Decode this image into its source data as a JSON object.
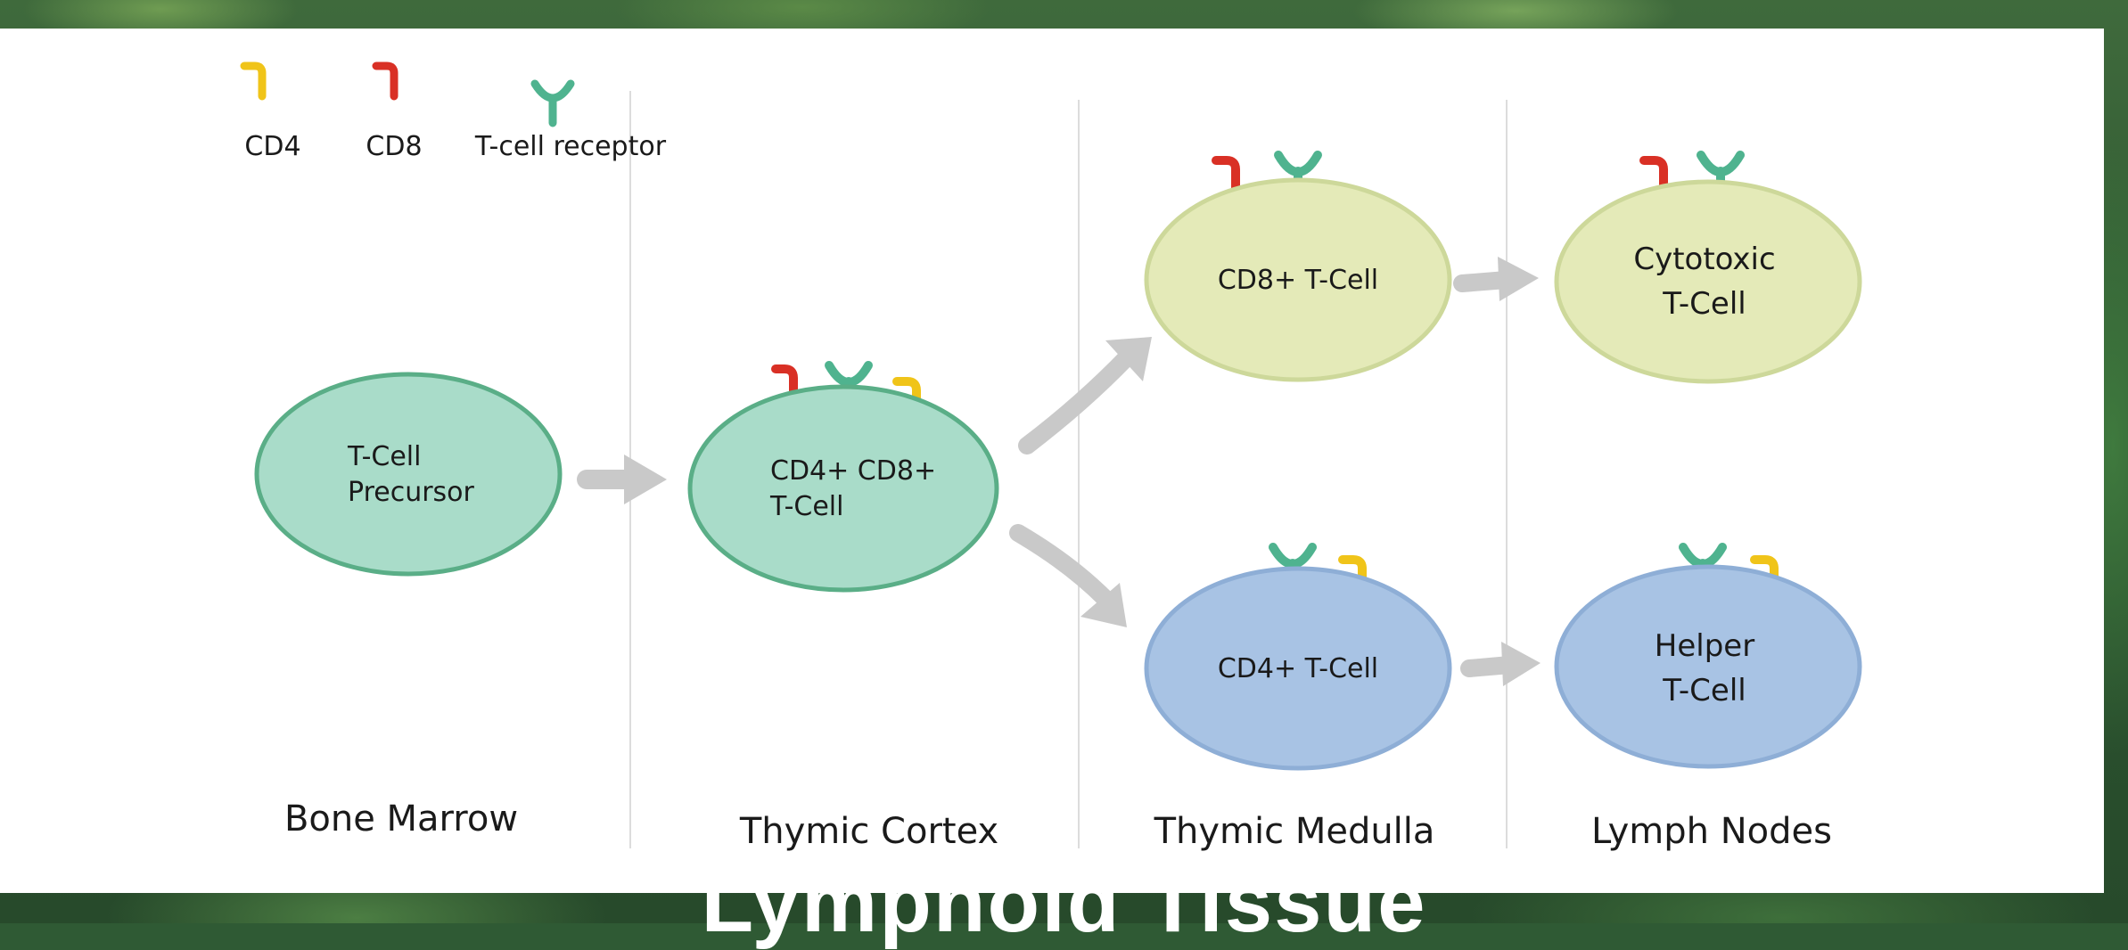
{
  "legend": {
    "cd4": "CD4",
    "cd8": "CD8",
    "tcr": "T-cell receptor"
  },
  "cells": {
    "precursor": [
      "T-Cell",
      "Precursor"
    ],
    "double_positive": [
      "CD4+ CD8+",
      "T-Cell"
    ],
    "cd8_tcell": [
      "CD8+ T-Cell"
    ],
    "cd4_tcell": [
      "CD4+ T-Cell"
    ],
    "cytotoxic": [
      "Cytotoxic",
      "T-Cell"
    ],
    "helper": [
      "Helper",
      "T-Cell"
    ]
  },
  "stages": {
    "bone_marrow": "Bone Marrow",
    "thymic_cortex": "Thymic Cortex",
    "thymic_medulla": "Thymic Medulla",
    "lymph_nodes": "Lymph Nodes"
  },
  "caption": "Lymphoid Tissue",
  "colors": {
    "cd4": "#f0c419",
    "cd8": "#d93025",
    "tcr": "#4fb38f",
    "green_cell_fill": "#a9dcc9",
    "green_cell_stroke": "#5aae87",
    "yellow_cell_fill": "#e4eab8",
    "yellow_cell_stroke": "#cdd89a",
    "blue_cell_fill": "#a8c3e4",
    "blue_cell_stroke": "#8eaed6",
    "arrow": "#c8c8c8",
    "divider": "#d9d9d9"
  }
}
